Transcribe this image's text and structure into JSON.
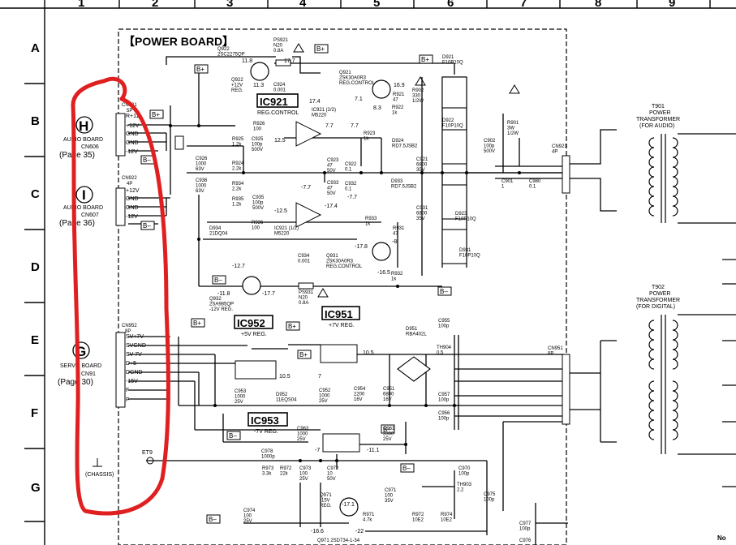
{
  "grid": {
    "columns": [
      "1",
      "2",
      "3",
      "4",
      "5",
      "6",
      "7",
      "8",
      "9"
    ],
    "rows": [
      "A",
      "B",
      "C",
      "D",
      "E",
      "F",
      "G"
    ]
  },
  "board_title": "【POWER BOARD】",
  "tags": {
    "bplus": "B+",
    "bminus": "B–"
  },
  "ics": {
    "ic921": "IC921",
    "ic921_desc": "REG.CONTROL",
    "ic951": "IC951",
    "ic951_desc": "+7V REG.",
    "ic952": "IC952",
    "ic952_desc": "+5V REG.",
    "ic953": "IC953",
    "ic953_desc": "-7V REG.",
    "ic921_2": "IC921 (2/2)\nM5220",
    "ic921_1": "IC921 (1/2)\nM5220"
  },
  "connectors": {
    "h": {
      "letter": "H",
      "board": "AUDIO BOARD",
      "ref": "CN606",
      "page": "(Page 35)",
      "cn": "CN921",
      "pins": "5P",
      "signals": [
        "R+11",
        "+12V",
        "GND",
        "GND",
        "-12V"
      ]
    },
    "i": {
      "letter": "I",
      "board": "AUDIO BOARD",
      "ref": "CN607",
      "page": "(Page 36)",
      "cn": "CN922",
      "pins": "4P",
      "signals": [
        "+12V",
        "GND",
        "GND",
        "-12V"
      ]
    },
    "g": {
      "letter": "G",
      "board": "SERVO BOARD",
      "ref": "CN91",
      "page": "(Page 30)",
      "cn": "CN952",
      "pins": "8P",
      "signals": [
        "SV+7V",
        "SVGND",
        "SV-7V",
        "D+5",
        "DGND",
        "-15V",
        "F",
        "F"
      ]
    }
  },
  "transformers": {
    "t901": {
      "ref": "T901",
      "l1": "POWER",
      "l2": "TRANSFORMER",
      "l3": "(FOR AUDIO)"
    },
    "t902": {
      "ref": "T902",
      "l1": "POWER",
      "l2": "TRANSFORMER",
      "l3": "(FOR DIGITAL)"
    },
    "cn921_right": "CN921\n4P",
    "cn951_right": "CN951\n8P"
  },
  "transistors": {
    "q922": "Q922\n2SC2275QP",
    "q922b": "Q922\n+12V\nREG.",
    "q921": "Q921\n2SK30A0R3\nREG.CONTROL",
    "q931": "Q931\n2SK30A0R3\nREG.CONTROL",
    "q932": "Q932\n2SA985QP\n-12V REG.",
    "q971": "Q971\n-15V\nREG.",
    "q971b": "Q971  2SD734-1-34"
  },
  "fuses": {
    "ps921": "PS921\nN20\n0.8A",
    "ps931": "PS931\nN20\n0.8A"
  },
  "diodes": {
    "d921": "D921\nF10P10Q",
    "d922": "D922\nF10P10Q",
    "d923": "D923\nF10P10Q",
    "d931": "D931\nF10P10Q",
    "d934": "D934\n21DQ04",
    "d951": "D951\nRBA402L",
    "d952": "D952\n11EQS04",
    "d933": "D933\nRD7.5JSB2",
    "d924": "D924\nRD7.5JSB2"
  },
  "resistors": {
    "r926": "R926\n100",
    "r925": "R925\n1.2k",
    "r924": "R924\n2.2k",
    "r934": "R934\n2.2k",
    "r935": "R935\n1.2k",
    "r936": "R936\n100",
    "r923": "R923\n1k",
    "r933": "R933\n1k",
    "r921": "R921\n47",
    "r922": "R922\n1k",
    "r931": "R931\n47",
    "r932": "R932\n1k",
    "r901": "R901\n3W\n1/2W",
    "r902": "R902\n330\n1/2W",
    "r973": "R973\n3.3k",
    "r972": "R972\n22k",
    "r971": "R971\n4.7k",
    "r974": "R974\n10E2",
    "r972b": "R972\n10E2"
  },
  "capacitors": {
    "c926": "C926\n1000\n63V",
    "c936": "C936\n1000\n63V",
    "c925": "C925\n100p\n500V",
    "c935": "C935\n100p\n500V",
    "c924": "C924\n0.001",
    "c934": "C934\n0.001",
    "c923": "C923\n47\n50V",
    "c933": "C933\n47\n50V",
    "c922": "C922\n0.1",
    "c932": "C932\n0.1",
    "c921": "C921\n6800\n35V",
    "c931": "C931\n6800\n35V",
    "c902": "C902\n100p\n500V",
    "c901": "C901\n1",
    "c980": "C980\n0.1",
    "c953": "C953\n1000\n25V",
    "c952": "C952\n1000\n25V",
    "c954": "C954\n2200\n16V",
    "c951": "C951\n6800\n16V",
    "c955": "C955\n100p",
    "c957": "C957\n100p",
    "c956": "C956\n100p",
    "c963": "C963\n1000\n25V",
    "c961": "C961\n3300\n25V",
    "c978": "C978\n1000p",
    "c973": "C973\n100\n25V",
    "c972": "C972\n10\n50V",
    "c974": "C974\n100\n25V",
    "c971": "C971\n100\n35V",
    "c970": "C970\n100p",
    "c975": "C975\n100p",
    "c977": "C977\n100p",
    "c976": "C976"
  },
  "thermistors": {
    "th904": "TH904\n0.5",
    "th903": "TH903\n2.2"
  },
  "voltages": {
    "v1": "11.8",
    "v2": "17.7",
    "v3": "11.3",
    "v4": "16.9",
    "v5": "7.1",
    "v6": "8.3",
    "v7": "17.4",
    "v8": "12.5",
    "v9": "7.7",
    "v10": "7.7",
    "v11": "-7.7",
    "v12": "-7.7",
    "v13": "-12.5",
    "v14": "-17.4",
    "v15": "-12.7",
    "v16": "-11.8",
    "v17": "-17.7",
    "v18": "-17.8",
    "v19": "-8",
    "v20": "-16.5",
    "v21": "10.5",
    "v22": "10.5",
    "v23": "7",
    "v24": "-7",
    "v25": "-11.1",
    "v26": "-16.6",
    "v27": "-17.1",
    "v28": "-22"
  },
  "chassis": "(CHASSIS)",
  "et": "ET9",
  "corner_note": "No",
  "annotation_color": "#e02020"
}
